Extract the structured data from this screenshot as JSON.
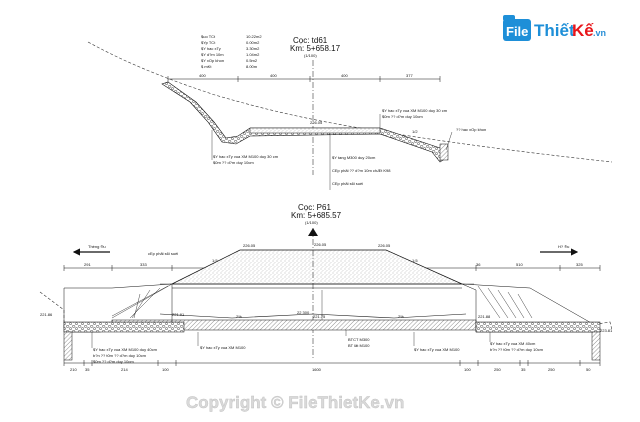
{
  "logo": {
    "brand_file": "File",
    "brand_thiet": "Thiết",
    "brand_ke": "Kế",
    "brand_vn": ".vn",
    "colors": {
      "file": "#1e8fd8",
      "thiet": "#1e8fd8",
      "ke": "#e8161b",
      "icon": "#1e8fd8"
    }
  },
  "section_top": {
    "title": "Cọc: td61",
    "km": "Km: 5+658.17",
    "scale": "(1/100)",
    "quantities": [
      {
        "label": "$uo TCt",
        "value": "10.22m2"
      },
      {
        "label": "$Yp TCt",
        "value": "0.00m2"
      },
      {
        "label": "$Y hac xTy",
        "value": "3.30m2"
      },
      {
        "label": "$Y d?m 10m",
        "value": "1.04m2"
      },
      {
        "label": "$Y xOp khon",
        "value": "0.5m2"
      },
      {
        "label": "$ mKt",
        "value": "8.00m"
      }
    ],
    "dims": [
      "400",
      "400",
      "400",
      "377"
    ],
    "center_elev": "226.05",
    "slope_right": "1/2",
    "notes": [
      "$Y hac xTy vua XM M100 duy 30 cm",
      "$0m ?? d?m duy 10cm",
      "?? hac xOp khon",
      "$Y hac xTy vua XM M100 duy 30 cm",
      "$0m ?? d?m duy 10cm",
      "$Y tang M300 duy 20cm",
      "CEp phãi ?? d?m 10m chÆt K98",
      "CEp phãi s6i suèi"
    ]
  },
  "section_bottom": {
    "title": "Cọc: P61",
    "km": "Km: 5+685.57",
    "scale": "(1/100)",
    "dir_left": "Thèng ®u",
    "dir_right": "H? ®u",
    "top_note": "cEp phãi s6i suèi",
    "elevations": {
      "left_shoulder": "226.05",
      "center": "226.05",
      "right_shoulder": "226.05",
      "road_center": "221.75",
      "left_ground": "221.86",
      "left_step": "221.91",
      "right_step": "221.88",
      "right_ground": "223.81"
    },
    "top_dims": [
      "291",
      "333",
      "36",
      "510",
      "325"
    ],
    "bottom_dims": [
      "210",
      "35",
      "214",
      "100",
      "1600",
      "100",
      "250",
      "35",
      "250",
      "50"
    ],
    "height_dim": "22 300",
    "slope_labels": [
      "1:5",
      "1:5",
      "2%",
      "2%"
    ],
    "notes": [
      "$Y hac xTy vua XM M100 duy 40cm",
      "b?n ?? t0m ?? d?m duy 10cm",
      "$0m ?? d?m duy 10cm",
      "$Y hac xTy vua XM M100",
      "$Y hac xTy vua XM M100",
      "$Y hac xTy vua XM 40cm",
      "b?n ?? t0m ?? d?m duy 10cm",
      "BTCT M300",
      "BT lãt M100"
    ]
  },
  "watermark": "Copyright © FileThietKe.vn"
}
